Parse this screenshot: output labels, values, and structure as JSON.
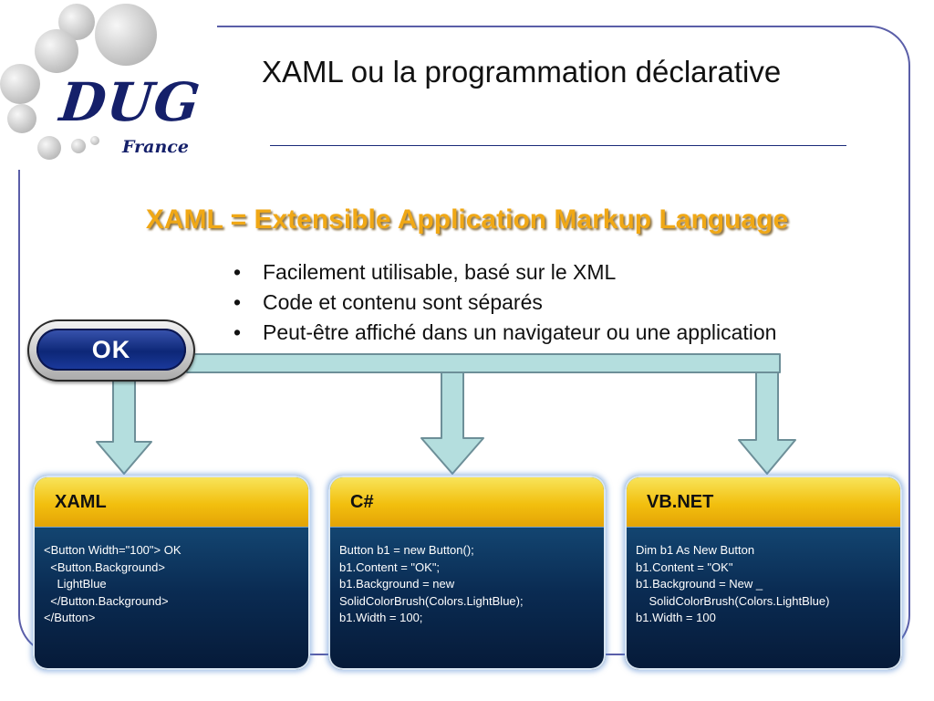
{
  "slide": {
    "title": "XAML ou la programmation déclarative",
    "subtitle": "XAML = Extensible Application Markup Language",
    "bullets": [
      "Facilement utilisable, basé sur le XML",
      "Code et contenu sont séparés",
      "Peut-être affiché dans un navigateur ou une application"
    ],
    "bullet_glyph": "•"
  },
  "logo": {
    "text": "DUG",
    "sub": "France"
  },
  "ok_button": {
    "label": "OK"
  },
  "panels": [
    {
      "title": "XAML",
      "code": "<Button Width=\"100\"> OK\n  <Button.Background>\n    LightBlue\n  </Button.Background>\n</Button>"
    },
    {
      "title": "C#",
      "code": "Button b1 = new Button();\nb1.Content = \"OK\";\nb1.Background = new\nSolidColorBrush(Colors.LightBlue);\nb1.Width = 100;"
    },
    {
      "title": "VB.NET",
      "code": "Dim b1 As New Button\nb1.Content = \"OK\"\nb1.Background = New _\n    SolidColorBrush(Colors.LightBlue)\nb1.Width = 100"
    }
  ],
  "colors": {
    "accent_orange": "#f0a816",
    "arrow_fill": "#b4dede",
    "panel_header": "#f2bf0e",
    "panel_body": "#0a2b52",
    "frame": "#5a5ea8"
  }
}
